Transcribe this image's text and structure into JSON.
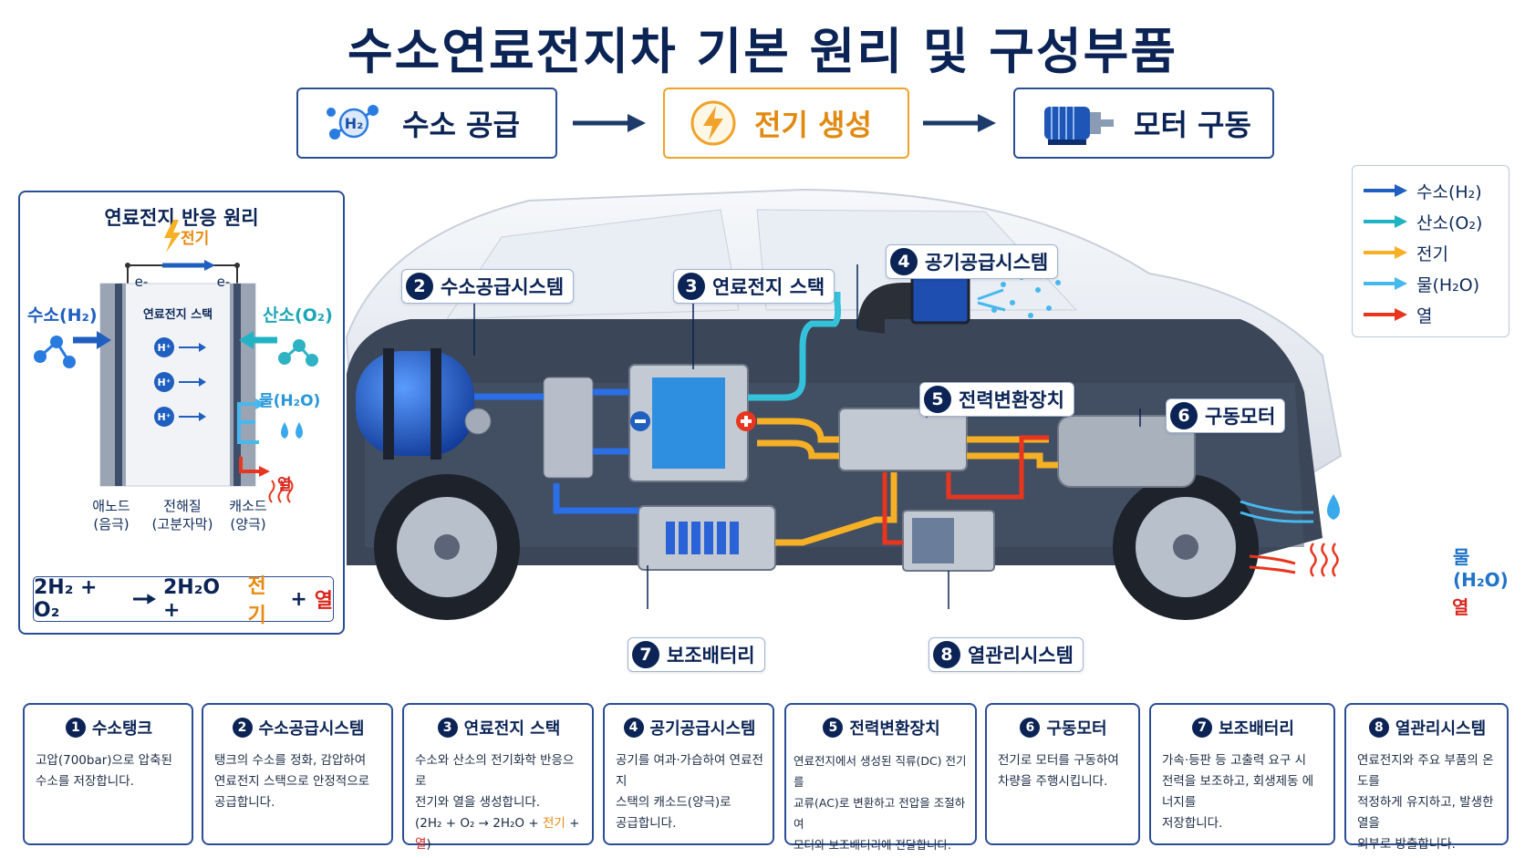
{
  "title": "수소연료전지차 기본 원리 및 구성부품",
  "flow": [
    {
      "icon": "h2-molecule-icon",
      "label": "수소 공급"
    },
    {
      "icon": "lightning-icon",
      "label": "전기 생성"
    },
    {
      "icon": "motor-icon",
      "label": "모터 구동"
    }
  ],
  "legend": [
    {
      "label": "수소(H₂)",
      "color": "#1f5fbf"
    },
    {
      "label": "산소(O₂)",
      "color": "#20b3c4"
    },
    {
      "label": "전기",
      "color": "#f5b025"
    },
    {
      "label": "물(H₂O)",
      "color": "#47b8ee"
    },
    {
      "label": "열",
      "color": "#e8361e"
    }
  ],
  "reaction": {
    "title": "연료전지 반응 원리",
    "electricity": "전기",
    "electron": "e-",
    "stack": "연료전지 스택",
    "hydrogen": "수소(H₂)",
    "oxygen": "산소(O₂)",
    "water": "물(H₂O)",
    "heat": "열",
    "proton": "H⁺",
    "anode": "애노드",
    "anode_sub": "(음극)",
    "electrolyte": "전해질",
    "electrolyte_sub": "(고분자막)",
    "cathode": "캐소드",
    "cathode_sub": "(양극)",
    "equation": {
      "lhs": "2H₂ + O₂",
      "rhs": "2H₂O +",
      "elec": "전기",
      "plus": "+",
      "heat": "열"
    }
  },
  "callouts": [
    {
      "num": "2",
      "label": "수소공급시스템"
    },
    {
      "num": "3",
      "label": "연료전지 스택"
    },
    {
      "num": "4",
      "label": "공기공급시스템"
    },
    {
      "num": "5",
      "label": "전력변환장치"
    },
    {
      "num": "6",
      "label": "구동모터"
    },
    {
      "num": "7",
      "label": "보조배터리"
    },
    {
      "num": "8",
      "label": "열관리시스템"
    }
  ],
  "car_outputs": {
    "water": "물(H₂O)",
    "heat": "열"
  },
  "cards": [
    {
      "num": "1",
      "title": "수소탱크",
      "lines": [
        "고압(700bar)으로 압축된",
        "수소를 저장합니다."
      ]
    },
    {
      "num": "2",
      "title": "수소공급시스템",
      "lines": [
        "탱크의 수소를 정화, 감압하여",
        "연료전지 스택으로 안정적으로",
        "공급합니다."
      ]
    },
    {
      "num": "3",
      "title": "연료전지 스택",
      "lines": [
        "수소와 산소의 전기화학 반응으로",
        "전기와 열을 생성합니다."
      ],
      "eq": {
        "a": "(2H₂ + O₂ → 2H₂O +",
        "elec": "전기",
        "plus": "+",
        "heat": "열",
        "close": ")"
      }
    },
    {
      "num": "4",
      "title": "공기공급시스템",
      "lines": [
        "공기를 여과·가습하여 연료전지",
        "스택의 캐소드(양극)로",
        "공급합니다."
      ]
    },
    {
      "num": "5",
      "title": "전력변환장치",
      "lines": [
        "연료전지에서 생성된 직류(DC) 전기를",
        "교류(AC)로 변환하고 전압을 조절하여",
        "모터와 보조배터리에 전달합니다."
      ]
    },
    {
      "num": "6",
      "title": "구동모터",
      "lines": [
        "전기로 모터를 구동하여",
        "차량을 주행시킵니다."
      ]
    },
    {
      "num": "7",
      "title": "보조배터리",
      "lines": [
        "가속·등판 등 고출력 요구 시",
        "전력을 보조하고, 회생제동 에너지를",
        "저장합니다."
      ]
    },
    {
      "num": "8",
      "title": "열관리시스템",
      "lines": [
        "연료전지와 주요 부품의 온도를",
        "적정하게 유지하고, 발생한 열을",
        "외부로 방출합니다."
      ]
    }
  ]
}
